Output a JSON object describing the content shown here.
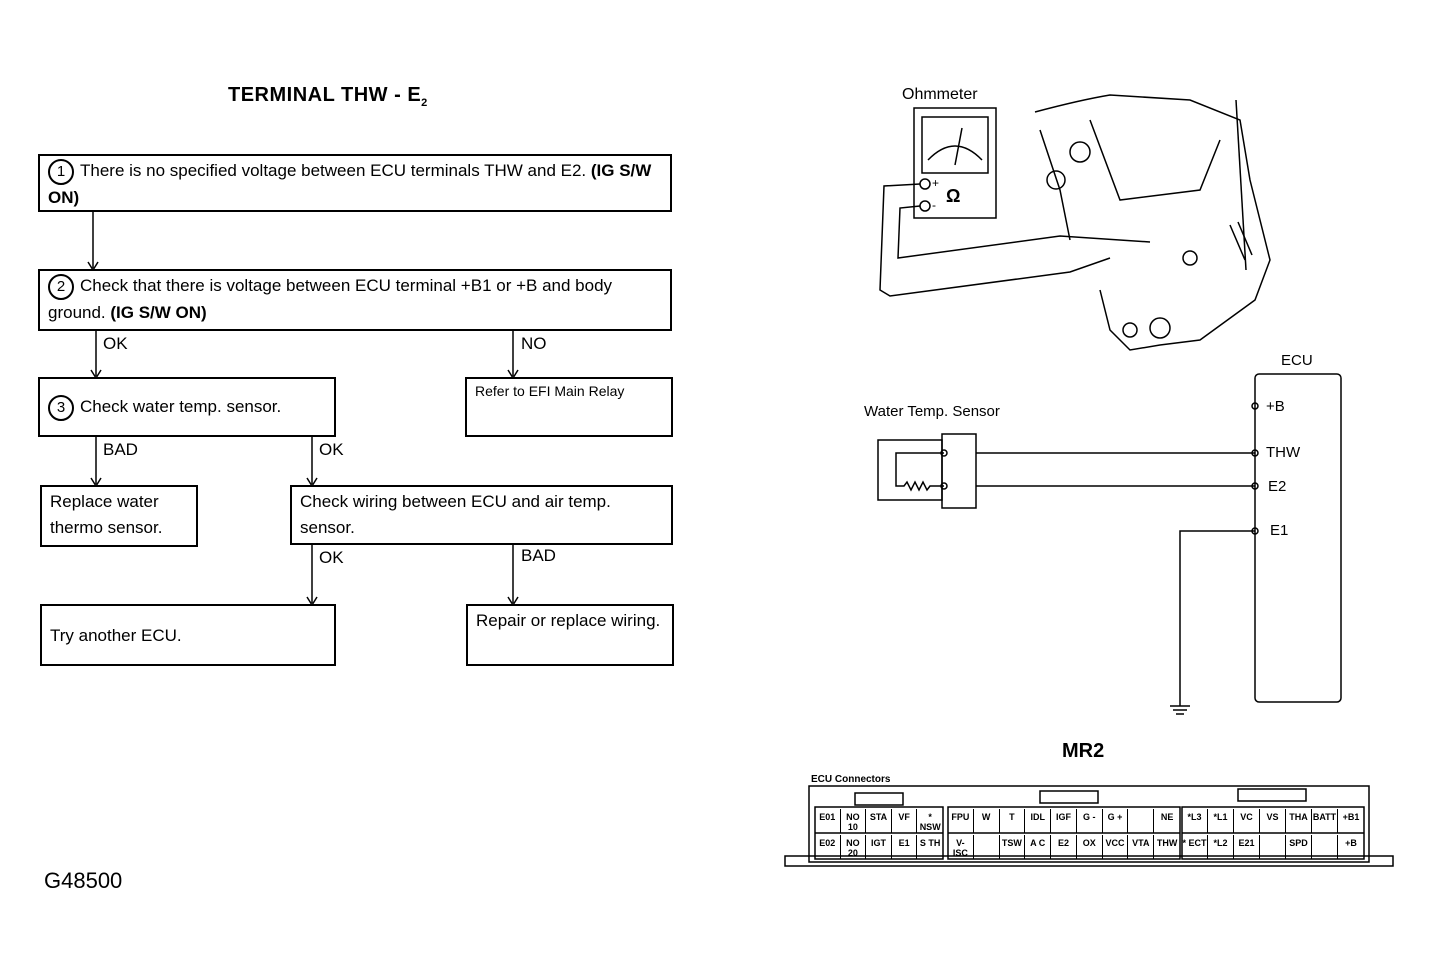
{
  "title": {
    "main": "TERMINAL THW - E",
    "sub": "2"
  },
  "steps": [
    {
      "num": "1",
      "text": "There is no specified voltage between ECU terminals THW and E2. ",
      "bold": "(IG S/W ON)"
    },
    {
      "num": "2",
      "text": "Check that there is voltage between ECU terminal +B1 or +B and body ground. ",
      "bold": "(IG S/W ON)"
    },
    {
      "num": "3",
      "text": "Check water temp. sensor."
    }
  ],
  "boxes": {
    "refer": "Refer to EFI Main Relay",
    "replace": "Replace water thermo sensor.",
    "check_wiring": "Check wiring between ECU and air temp. sensor.",
    "try_ecu": "Try another ECU.",
    "repair": "Repair or replace wiring."
  },
  "branch_labels": {
    "ok": "OK",
    "no": "NO",
    "bad": "BAD"
  },
  "diagram": {
    "ohmmeter": "Ohmmeter",
    "ohm_plus": "+",
    "ohm_minus": "-",
    "ohm_symbol": "Ω",
    "sensor": "Water Temp. Sensor",
    "ecu": "ECU",
    "terminals": [
      "+B",
      "THW",
      "E2",
      "E1"
    ]
  },
  "mr2": "MR2",
  "connector_title": "ECU Connectors",
  "connector": {
    "left_top": [
      "E01",
      "NO 10",
      "STA",
      "VF",
      "* NSW"
    ],
    "left_bottom": [
      "E02",
      "NO 20",
      "IGT",
      "E1",
      "S TH"
    ],
    "mid_top": [
      "FPU",
      "W",
      "T",
      "IDL",
      "IGF",
      "G -",
      "G +",
      "",
      "NE"
    ],
    "mid_bottom": [
      "V- ISC",
      "",
      "TSW",
      "A C",
      "E2",
      "OX",
      "VCC",
      "VTA",
      "THW"
    ],
    "right_top": [
      "*L3",
      "*L1",
      "VC",
      "VS",
      "THA",
      "BATT",
      "+B1"
    ],
    "right_bottom": [
      "* ECT",
      "*L2",
      "E21",
      "",
      "SPD",
      "",
      "+B"
    ]
  },
  "figure_code": "G48500"
}
